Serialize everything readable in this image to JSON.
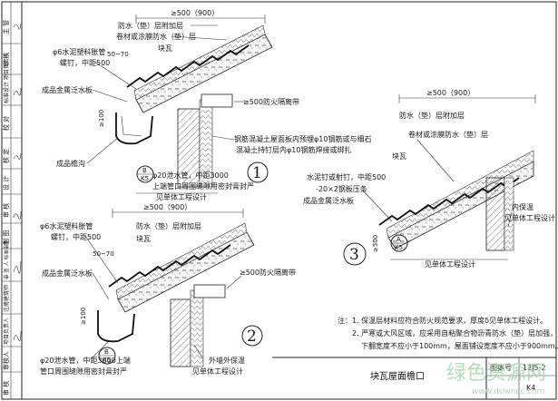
{
  "side_block": {
    "rows": [
      "主 管",
      "审 核",
      "标准设计 项目负责人",
      "校 对",
      "核 定",
      "设 计",
      "审 核",
      "制 图",
      "审 查 人 标准审查",
      "注册建筑师",
      "项目负责人",
      "审核人",
      "审 核"
    ]
  },
  "detail1": {
    "dim_top": "≥500（900）",
    "labels": [
      "防水（垫）层附加层",
      "卷材或涂膜防水（垫）层",
      "块瓦",
      "φ6水泥塑料胀管",
      "螺钉，中距500",
      "50~70",
      "成品金属泛水板",
      "≥500防火隔离带",
      "钢筋混凝土屋面板内预埋φ10钢筋或与细石",
      "混凝土持钉层内φ10钢筋焊接或绑扎",
      "成品檐沟",
      "φ20泄水管，中距3000",
      "上端管口周围缝隙用密封膏封严",
      "见单体工程设计",
      "≥100"
    ],
    "detail_ref_letter": "B",
    "detail_ref_sheet": "K5",
    "number": "1"
  },
  "detail2": {
    "dim_top": "≥500（900）",
    "labels": [
      "防水（垫）层附加层",
      "块瓦",
      "φ6水泥塑料胀管",
      "螺钉，中距500",
      "50~70",
      "成品金属泛水板",
      "≥500防火隔离带",
      "φ20泄水管，中距3000上端",
      "管口周围缝隙用密封膏封严",
      "外墙外保温",
      "见单体工程设计",
      "≥100"
    ],
    "detail_ref_letter": "B",
    "detail_ref_sheet": "K5",
    "number": "2"
  },
  "detail3": {
    "dim_top": "≥500（900）",
    "labels": [
      "防水（垫）层附加层",
      "卷材或涂膜防水（垫）层",
      "块瓦",
      "水泥钉或射钉，中距500",
      "-20×2钢板压条",
      "成品金属泛水板",
      "内保温",
      "见单体工程设计",
      "见单体工程设计",
      "≥500"
    ],
    "detail_ref_letter": "A",
    "detail_ref_sheet": "K5",
    "number": "3"
  },
  "notes": {
    "prefix": "注：",
    "items": [
      "1. 保温层材料应符合防火规范要求，厚度δ见单体工程设计。",
      "2. 严寒或大风区域，应采用自粘聚合物沥青防水（垫）层加强，",
      "下翻宽度不应小于100mm，屋面铺设宽度不应小于900mm。"
    ]
  },
  "title_block": {
    "title": "块瓦屋面檐口",
    "code": "图集号",
    "code_value": "12J5-2",
    "page_label": "页 次",
    "page_value": "K4"
  },
  "watermark": {
    "main": "绿色资源网",
    "url": "www.downcc.com"
  }
}
